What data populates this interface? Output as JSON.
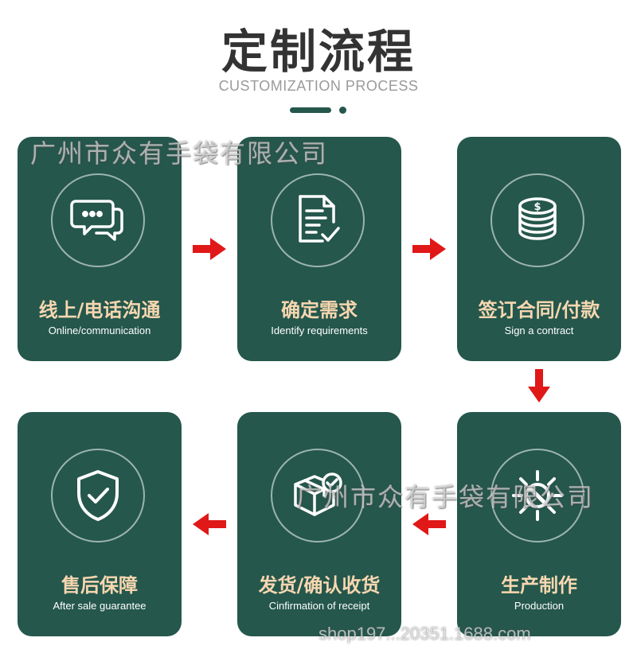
{
  "header": {
    "title": "定制流程",
    "subtitle": "CUSTOMIZATION PROCESS"
  },
  "colors": {
    "card": "#25574c",
    "accent_text": "#f7d7b0",
    "arrow": "#e01818",
    "title": "#333333"
  },
  "steps": [
    {
      "zh": "线上/电话沟通",
      "en": "Online/communication",
      "icon": "chat-bubbles-icon"
    },
    {
      "zh": "确定需求",
      "en": "Identify requirements",
      "icon": "document-check-icon"
    },
    {
      "zh": "签订合同/付款",
      "en": "Sign a contract",
      "icon": "coin-stack-icon"
    },
    {
      "zh": "生产制作",
      "en": "Production",
      "icon": "gear-wrench-icon"
    },
    {
      "zh": "发货/确认收货",
      "en": "Cinfirmation of receipt",
      "icon": "box-check-icon"
    },
    {
      "zh": "售后保障",
      "en": "After sale guarantee",
      "icon": "shield-check-icon"
    }
  ],
  "watermark": {
    "company": "广州市众有手袋有限公司",
    "url": "shop197...20351.1688.com"
  }
}
